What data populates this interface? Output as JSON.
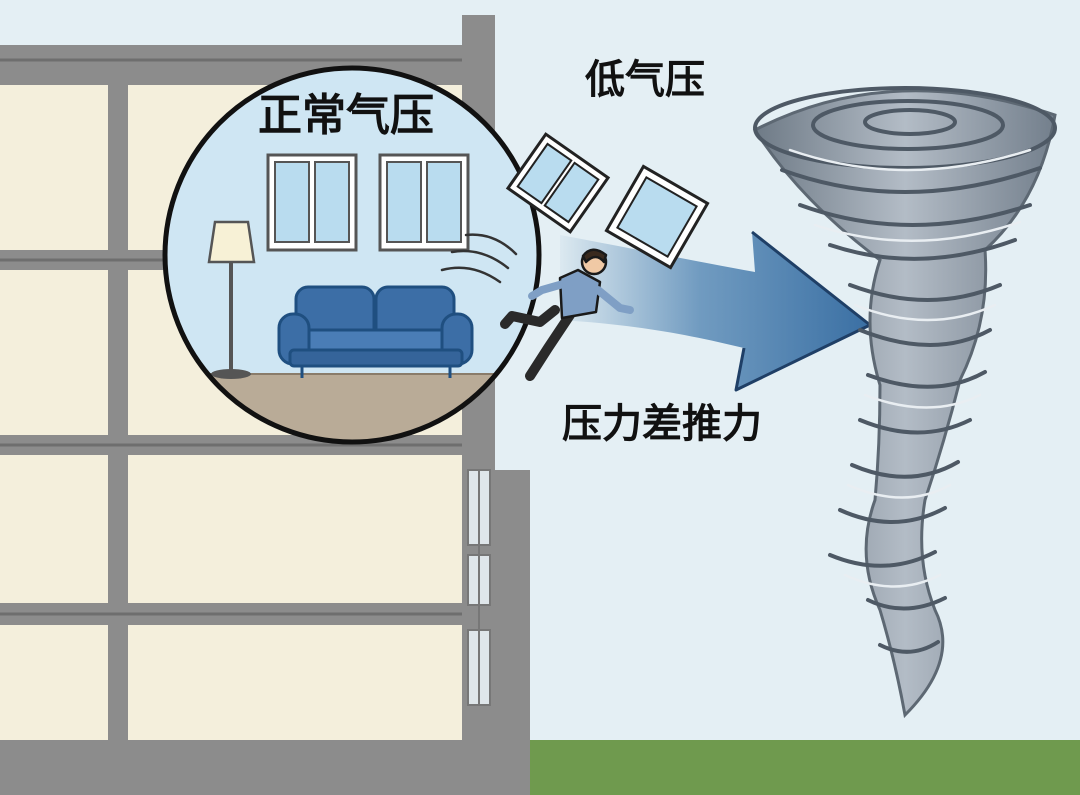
{
  "labels": {
    "normal_pressure": "正常气压",
    "low_pressure": "低气压",
    "pressure_force": "压力差推力"
  },
  "colors": {
    "sky": "#e4eff4",
    "grass": "#6f9a4e",
    "building_frame": "#8c8c8c",
    "room_fill": "#f4efdc",
    "bubble_fill": "#cfe6f3",
    "sofa": "#3c6ea6",
    "arrow": "#3f77aa",
    "tornado": "#8592a0",
    "person_shirt": "#7f9fc5"
  },
  "icons": [
    "lamp-icon",
    "sofa-icon",
    "window-icon",
    "person-icon",
    "tornado-icon",
    "arrow-icon"
  ]
}
